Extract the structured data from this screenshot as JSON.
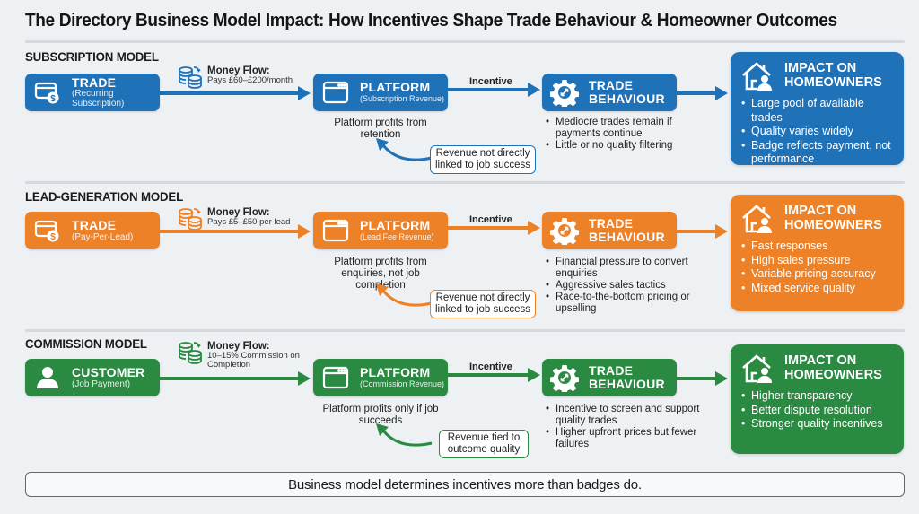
{
  "title": "The Directory Business Model Impact: How Incentives Shape Trade Behaviour & Homeowner Outcomes",
  "colors": {
    "subscription": "#1f72b8",
    "lead": "#ec8127",
    "commission": "#2a8a42",
    "background": "#eef1f4"
  },
  "icons": {
    "trade": "card-dollar-icon",
    "customer": "person-icon",
    "platform": "browser-window-icon",
    "behaviour": "gear-arrows-icon",
    "impact": "house-person-icon",
    "money": "coins-icon"
  },
  "models": [
    {
      "label": "SUBSCRIPTION MODEL",
      "source": {
        "title": "TRADE",
        "subtitle": "(Recurring Subscription)"
      },
      "money_flow": {
        "label": "Money Flow:",
        "value": "Pays £60–£200/month"
      },
      "platform": {
        "title": "PLATFORM",
        "subtitle": "(Subscription Revenue)"
      },
      "platform_note": "Platform profits from retention",
      "incentive_label": "Incentive",
      "callout": "Revenue not directly linked to job success",
      "behaviour": {
        "title1": "TRADE",
        "title2": "BEHAVIOUR"
      },
      "behaviour_bullets": [
        "Mediocre trades remain if payments continue",
        "Little or no quality filtering"
      ],
      "impact": {
        "title1": "IMPACT ON",
        "title2": "HOMEOWNERS"
      },
      "impact_bullets": [
        "Large pool of available trades",
        "Quality varies widely",
        "Badge reflects payment, not performance"
      ]
    },
    {
      "label": "LEAD-GENERATION MODEL",
      "source": {
        "title": "TRADE",
        "subtitle": "(Pay-Per-Lead)"
      },
      "money_flow": {
        "label": "Money Flow:",
        "value": "Pays £5–£50 per lead"
      },
      "platform": {
        "title": "PLATFORM",
        "subtitle": "(Lead Fee Revenue)"
      },
      "platform_note": "Platform profits from enquiries, not job completion",
      "incentive_label": "Incentive",
      "callout": "Revenue not directly linked to job success",
      "behaviour": {
        "title1": "TRADE",
        "title2": "BEHAVIOUR"
      },
      "behaviour_bullets": [
        "Financial pressure to convert enquiries",
        "Aggressive sales tactics",
        "Race-to-the-bottom pricing or upselling"
      ],
      "impact": {
        "title1": "IMPACT ON",
        "title2": "HOMEOWNERS"
      },
      "impact_bullets": [
        "Fast responses",
        "High sales pressure",
        "Variable pricing accuracy",
        "Mixed service quality"
      ]
    },
    {
      "label": "COMMISSION MODEL",
      "source": {
        "title": "CUSTOMER",
        "subtitle": "(Job Payment)"
      },
      "money_flow": {
        "label": "Money Flow:",
        "value": "10–15% Commission on Completion"
      },
      "platform": {
        "title": "PLATFORM",
        "subtitle": "(Commission Revenue)"
      },
      "platform_note": "Platform profits only if job succeeds",
      "incentive_label": "Incentive",
      "callout": "Revenue tied to outcome quality",
      "behaviour": {
        "title1": "TRADE",
        "title2": "BEHAVIOUR"
      },
      "behaviour_bullets": [
        "Incentive to screen and support quality trades",
        "Higher upfront prices but fewer failures"
      ],
      "impact": {
        "title1": "IMPACT ON",
        "title2": "HOMEOWNERS"
      },
      "impact_bullets": [
        "Higher transparency",
        "Better dispute resolution",
        "Stronger quality incentives"
      ]
    }
  ],
  "footer": "Business model determines incentives more than badges do."
}
